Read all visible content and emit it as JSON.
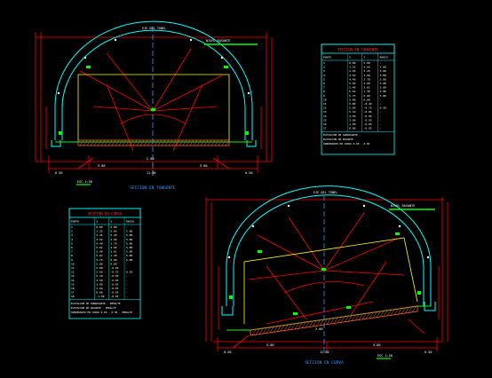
{
  "drawing_top": {
    "axis_label": "EJE DEL TUNEL",
    "callout": "NIVEL RASANTE",
    "caption": "SECCION EN TANGENTE",
    "scale_note": "ESC 1:50"
  },
  "drawing_bottom": {
    "axis_label": "EJE DEL TUNEL",
    "callout": "NIVEL RASANTE",
    "caption": "SECCION EN CURVA",
    "scale_note": "ESC 1:50"
  },
  "table_tangente": {
    "title": "SECCION EN TANGENTE",
    "headers": [
      "PUNTO",
      "X",
      "Y",
      "RADIO"
    ],
    "rows": [
      [
        "1",
        "0.00",
        "5.80",
        "-"
      ],
      [
        "2",
        "1.25",
        "5.66",
        "5.80"
      ],
      [
        "3",
        "2.45",
        "5.25",
        "5.80"
      ],
      [
        "4",
        "3.52",
        "4.60",
        "5.80"
      ],
      [
        "5",
        "4.40",
        "3.78",
        "5.80"
      ],
      [
        "6",
        "5.02",
        "2.90",
        "5.80"
      ],
      [
        "7",
        "5.40",
        "2.01",
        "5.80"
      ],
      [
        "8",
        "5.62",
        "1.30",
        "5.80"
      ],
      [
        "9",
        "5.75",
        "0.60",
        "5.80"
      ],
      [
        "10",
        "5.80",
        "0.00",
        "-"
      ],
      [
        "11",
        "5.80",
        "-0.40",
        "-"
      ],
      [
        "12",
        "5.60",
        "-0.75",
        "0.50"
      ],
      [
        "13",
        "5.10",
        "-0.95",
        "-"
      ],
      [
        "14",
        "4.50",
        "-0.95",
        "-"
      ],
      [
        "15",
        "3.00",
        "-0.95",
        "-"
      ],
      [
        "16",
        "1.50",
        "-0.95",
        "-"
      ],
      [
        "17",
        "0.00",
        "-0.95",
        "-"
      ]
    ],
    "footer": [
      "ELEVACION DE SUBRASANTE   -",
      "ELEVACION DE RASANTE      -",
      "SOBREANCHO EN CURVA  0.00 - 0.50"
    ]
  },
  "table_curva": {
    "title": "SECCION EN CURVA",
    "headers": [
      "PUNTO",
      "X",
      "Y",
      "RADIO"
    ],
    "rows": [
      [
        "1",
        "0.00",
        "5.80",
        "-"
      ],
      [
        "2",
        "1.25",
        "5.66",
        "5.80"
      ],
      [
        "3",
        "2.45",
        "5.25",
        "5.80"
      ],
      [
        "4",
        "3.52",
        "4.60",
        "5.80"
      ],
      [
        "5",
        "4.40",
        "3.78",
        "5.80"
      ],
      [
        "6",
        "5.02",
        "2.90",
        "5.80"
      ],
      [
        "7",
        "5.40",
        "2.01",
        "5.80"
      ],
      [
        "8",
        "5.62",
        "1.30",
        "5.80"
      ],
      [
        "9",
        "5.75",
        "0.60",
        "5.80"
      ],
      [
        "10",
        "5.80",
        "0.00",
        "-"
      ],
      [
        "11",
        "5.80",
        "-0.40",
        "-"
      ],
      [
        "12",
        "5.60",
        "-0.75",
        "0.50"
      ],
      [
        "13",
        "5.10",
        "-0.95",
        "-"
      ],
      [
        "14",
        "4.50",
        "-0.95",
        "-"
      ],
      [
        "15",
        "3.00",
        "-0.95",
        "-"
      ],
      [
        "16",
        "1.50",
        "-0.95",
        "-"
      ],
      [
        "17",
        "0.00",
        "-0.95",
        "-"
      ],
      [
        "18",
        "-1.50",
        "-0.95",
        "-"
      ]
    ],
    "footer": [
      "ELEVACION DE SUBRASANTE   -  PERALTE",
      "ELEVACION DE RASANTE      -  PERALTE",
      "SOBREANCHO EN CURVA  0.00 - 0.50 - PERALTE"
    ]
  },
  "dimensions_top": [
    "5.80",
    "5.80",
    "2.00",
    "11.60",
    "0.50",
    "0.50"
  ],
  "dimensions_bottom": [
    "5.80",
    "5.80",
    "2.00",
    "11.60",
    "0.50",
    "0.50"
  ],
  "colors": {
    "background": "#000000",
    "dimension": "#ff0000",
    "lining": "#00ffff",
    "clearance": "#ffff00",
    "grade": "#00ff00",
    "text": "#ffffff",
    "hatch": "#ff6633",
    "axis": "#3399ff"
  }
}
